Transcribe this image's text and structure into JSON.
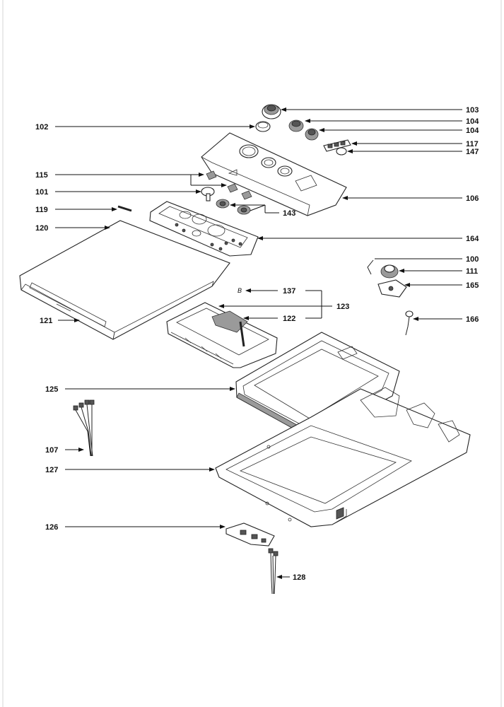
{
  "labels": {
    "l103": "103",
    "l102": "102",
    "l104a": "104",
    "l104b": "104",
    "l117": "117",
    "l147": "147",
    "l115": "115",
    "l101": "101",
    "l106": "106",
    "l119": "119",
    "l143": "143",
    "l120": "120",
    "l164": "164",
    "l100": "100",
    "l111": "111",
    "l165": "165",
    "l137": "137",
    "l123": "123",
    "l122": "122",
    "l121": "121",
    "l166": "166",
    "l125": "125",
    "l107": "107",
    "l127": "127",
    "l126": "126",
    "l128": "128"
  }
}
